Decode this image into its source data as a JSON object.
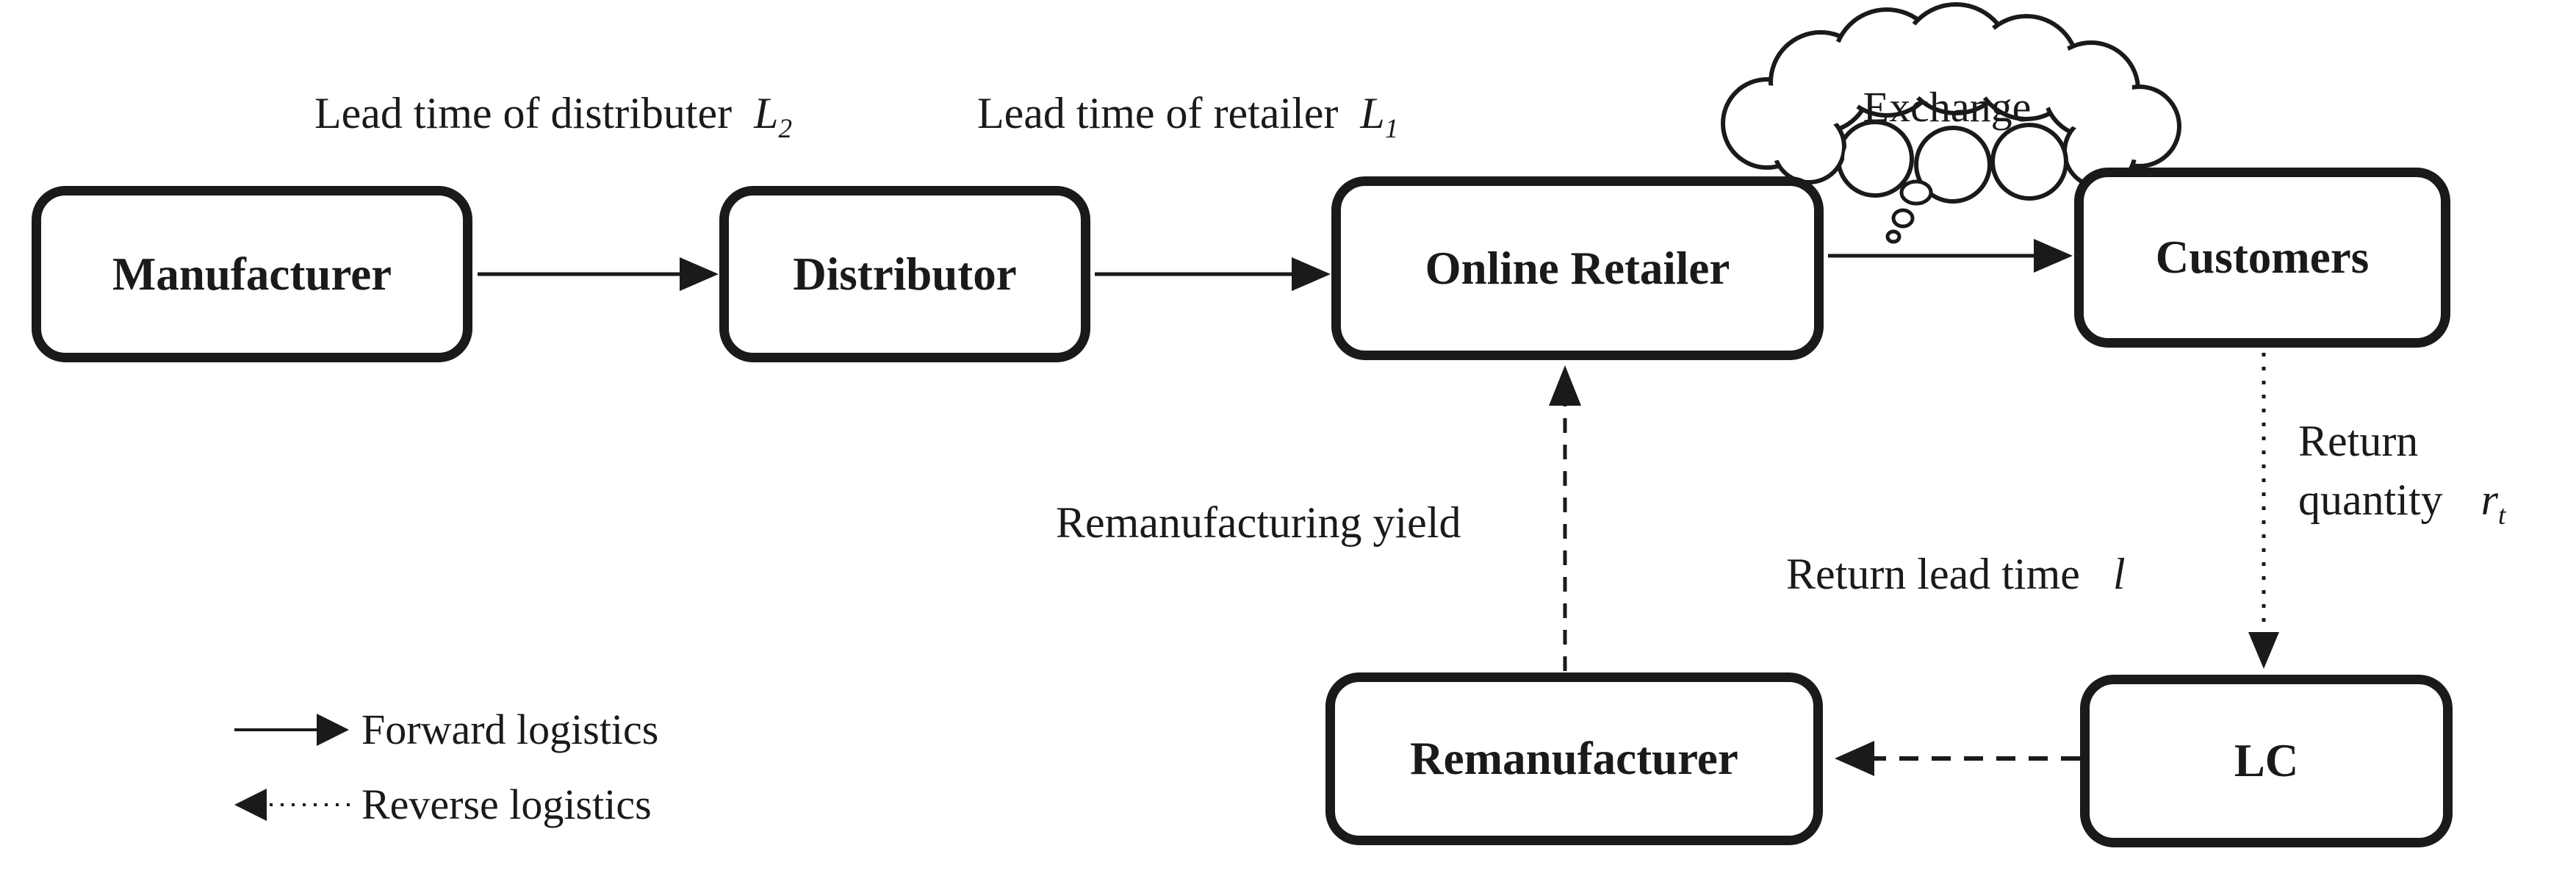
{
  "colors": {
    "ink": "#1a1a1a",
    "background": "#ffffff"
  },
  "nodes": {
    "manufacturer": "Manufacturer",
    "distributor": "Distributor",
    "online_retailer": "Online Retailer",
    "customers": "Customers",
    "remanufacturer": "Remanufacturer",
    "lc": "LC"
  },
  "annotations": {
    "lead_time_distributer": {
      "text": "Lead time of distributer",
      "symbol": "L",
      "subscript": "2"
    },
    "lead_time_retailer": {
      "text": "Lead time of retailer",
      "symbol": "L",
      "subscript": "1"
    },
    "exchange": "Exchange",
    "return_quantity": {
      "line1": "Return",
      "line2": "quantity",
      "symbol": "r",
      "subscript": "t"
    },
    "return_lead_time": {
      "text": "Return lead time",
      "symbol": "l"
    },
    "remanufacturing_yield": "Remanufacturing yield"
  },
  "legend": {
    "forward": "Forward logistics",
    "reverse": "Reverse logistics"
  }
}
